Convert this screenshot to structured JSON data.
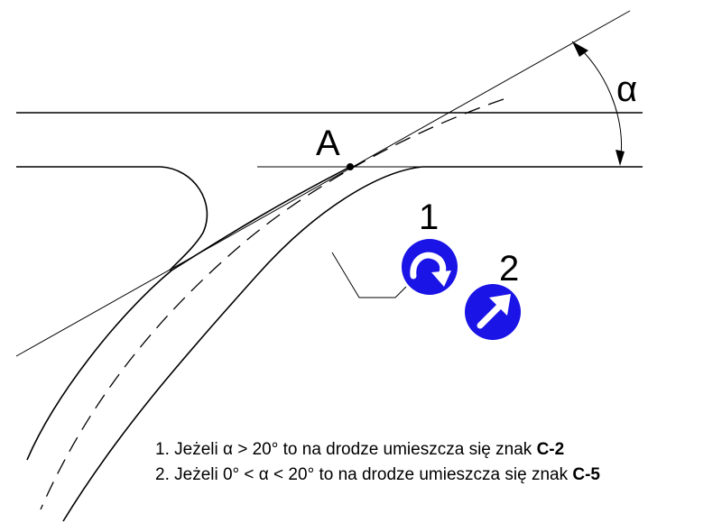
{
  "labels": {
    "point": "A",
    "angle": "α",
    "sign_1": "1",
    "sign_2": "2"
  },
  "notes": [
    {
      "text": "1. Jeżeli α > 20° to na drodze umieszcza się znak",
      "code": "C-2"
    },
    {
      "text": "2. Jeżeli 0° < α < 20° to na drodze umieszcza się znak",
      "code": "C-5"
    }
  ],
  "icons": {
    "sign_1": "blue-circle-curved-right-arrow-icon",
    "sign_2": "blue-circle-diagonal-up-right-arrow-icon"
  },
  "colors": {
    "sign_blue": "#1a14e6",
    "line": "#000000"
  }
}
